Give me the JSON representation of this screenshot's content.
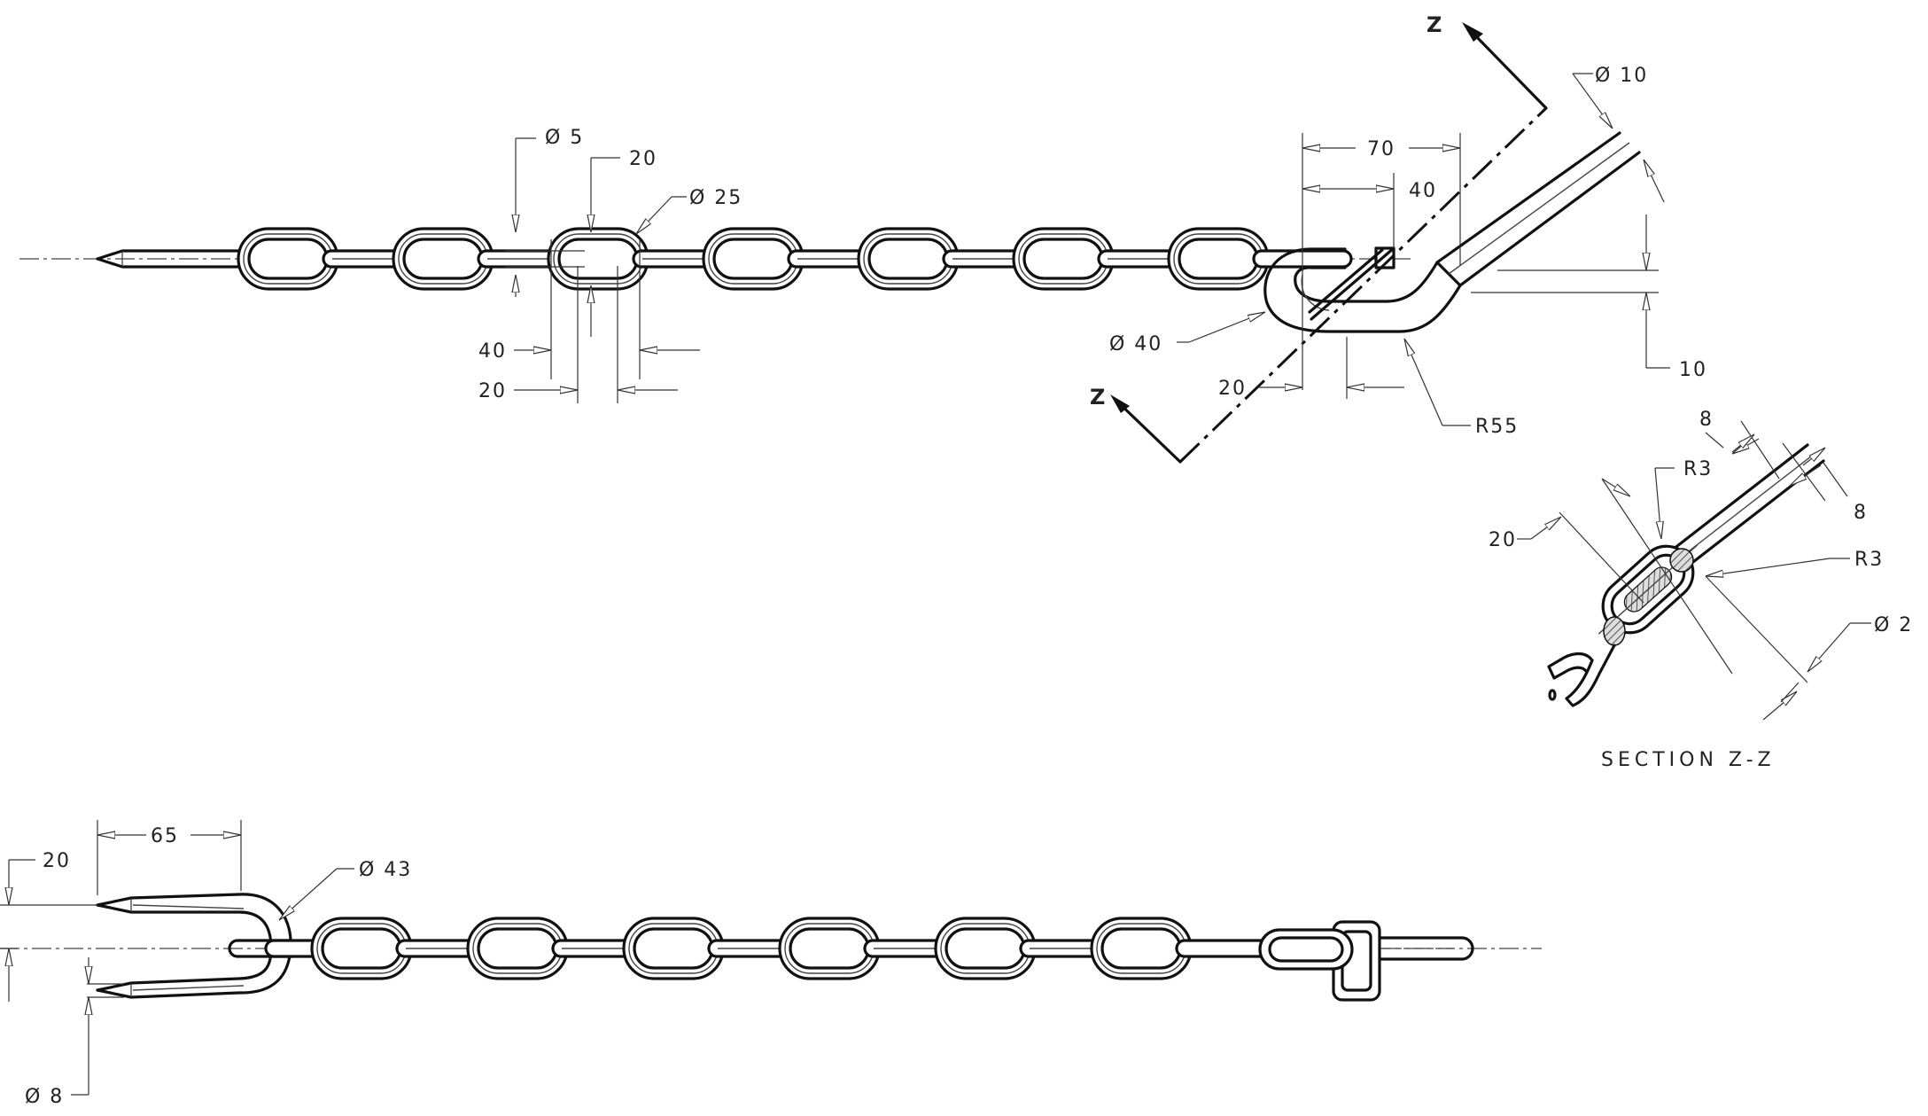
{
  "top_view": {
    "dims": {
      "dia_5": "Ø 5",
      "width_20": "20",
      "dia_25": "Ø 25",
      "len_40": "40",
      "len_20": "20",
      "len_70": "70",
      "len_40b": "40",
      "dia_40": "Ø 40",
      "len_20b": "20",
      "r_55": "R55",
      "dia_10": "Ø 10",
      "len_10": "10"
    },
    "section_mark_top": "Z",
    "section_mark_bottom": "Z"
  },
  "section_view": {
    "dims": {
      "len_8a": "8",
      "len_8b": "8",
      "r3_top": "R3",
      "r3_right": "R3",
      "len_20": "20",
      "dia_2": "Ø 2"
    },
    "title": "SECTION  Z-Z"
  },
  "bottom_view": {
    "dims": {
      "len_65": "65",
      "len_20": "20",
      "dia_43": "Ø 43",
      "dia_8": "Ø 8"
    }
  }
}
